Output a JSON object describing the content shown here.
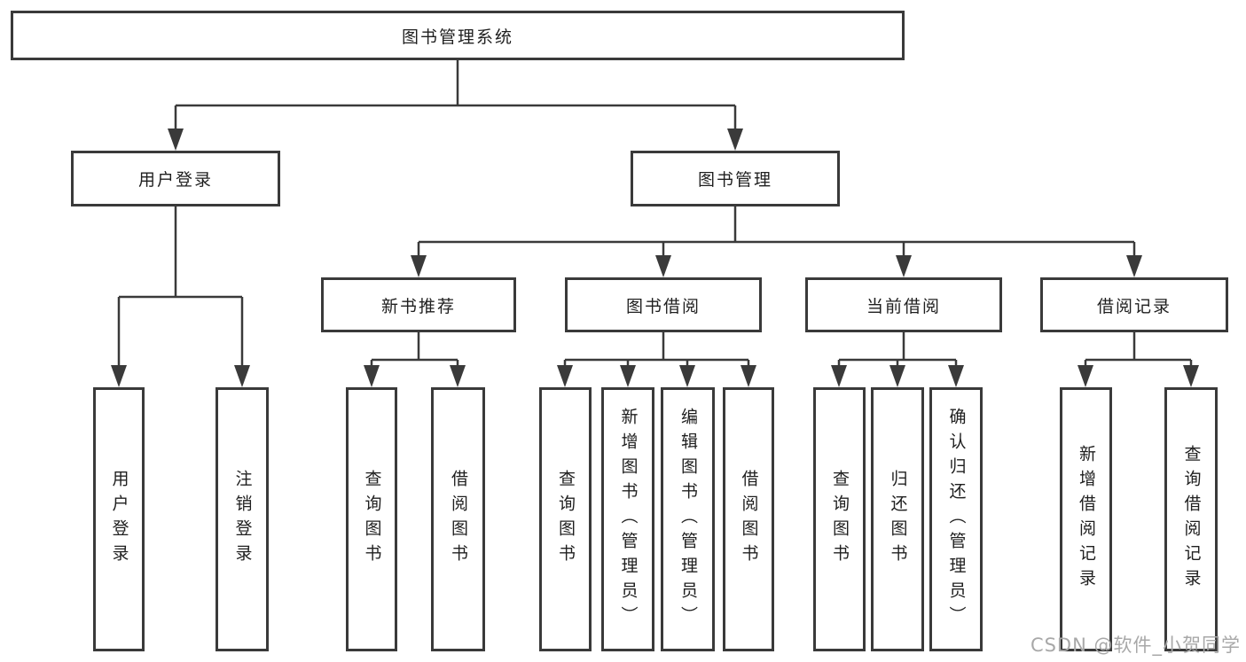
{
  "diagram": {
    "type": "hierarchy-tree",
    "root": {
      "label": "图书管理系统"
    },
    "branches": [
      {
        "label": "用户登录",
        "children": [
          {
            "label": "用户登录"
          },
          {
            "label": "注销登录"
          }
        ]
      },
      {
        "label": "图书管理",
        "children": [
          {
            "label": "新书推荐",
            "children": [
              {
                "label": "查询图书"
              },
              {
                "label": "借阅图书"
              }
            ]
          },
          {
            "label": "图书借阅",
            "children": [
              {
                "label": "查询图书"
              },
              {
                "label": "新增图书（管理员）"
              },
              {
                "label": "编辑图书（管理员）"
              },
              {
                "label": "借阅图书"
              }
            ]
          },
          {
            "label": "当前借阅",
            "children": [
              {
                "label": "查询图书"
              },
              {
                "label": "归还图书"
              },
              {
                "label": "确认归还（管理员）"
              }
            ]
          },
          {
            "label": "借阅记录",
            "children": [
              {
                "label": "新增借阅记录"
              },
              {
                "label": "查询借阅记录"
              }
            ]
          }
        ]
      }
    ],
    "watermark": "CSDN @软件_小贺同学"
  },
  "colors": {
    "line": "#3a3a3a",
    "box_border": "#3a3a3a",
    "text": "#1f1f1f",
    "background": "#ffffff",
    "watermark": "#a8a8a8"
  }
}
